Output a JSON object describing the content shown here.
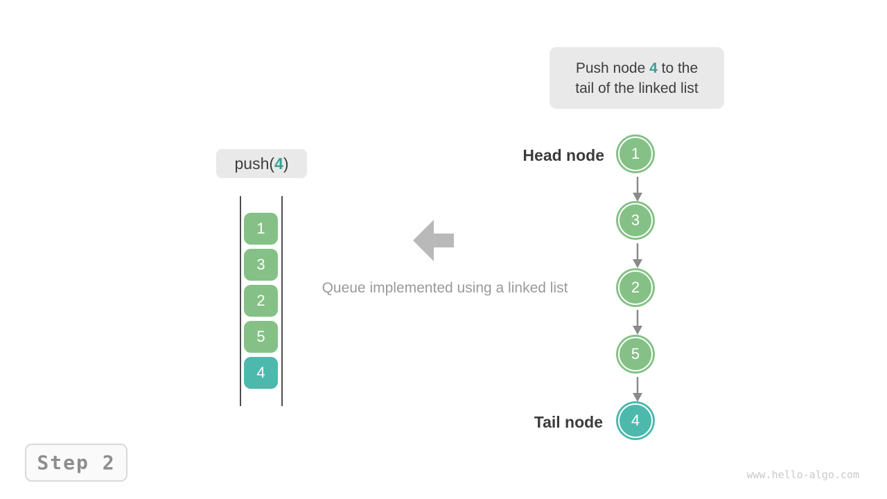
{
  "colors": {
    "node_green": "#85c186",
    "node_teal": "#4db9ad",
    "accent_teal_text": "#3a9e94",
    "callout_bg": "#e9e9e9",
    "dark_text": "#3d3d3d",
    "caption_gray": "#999999",
    "big_arrow_gray": "#b9b9b9",
    "connector_gray": "#8a8a8a",
    "rail_gray": "#4d4d4d"
  },
  "callout": {
    "line1_pre": "Push node ",
    "highlight": "4",
    "line1_post": " to the",
    "line2": "tail of the linked list"
  },
  "push_label": {
    "pre": "push(",
    "arg": "4",
    "post": ")"
  },
  "queue": {
    "items": [
      {
        "value": "1",
        "type": "green"
      },
      {
        "value": "3",
        "type": "green"
      },
      {
        "value": "2",
        "type": "green"
      },
      {
        "value": "5",
        "type": "green"
      },
      {
        "value": "4",
        "type": "teal"
      }
    ]
  },
  "caption": "Queue implemented using a linked list",
  "linked_list": {
    "head_label": "Head node",
    "tail_label": "Tail node",
    "nodes": [
      {
        "value": "1",
        "type": "green"
      },
      {
        "value": "3",
        "type": "green"
      },
      {
        "value": "2",
        "type": "green"
      },
      {
        "value": "5",
        "type": "green"
      },
      {
        "value": "4",
        "type": "teal"
      }
    ]
  },
  "step_badge": {
    "label": "Step 2"
  },
  "watermark": "www.hello-algo.com"
}
